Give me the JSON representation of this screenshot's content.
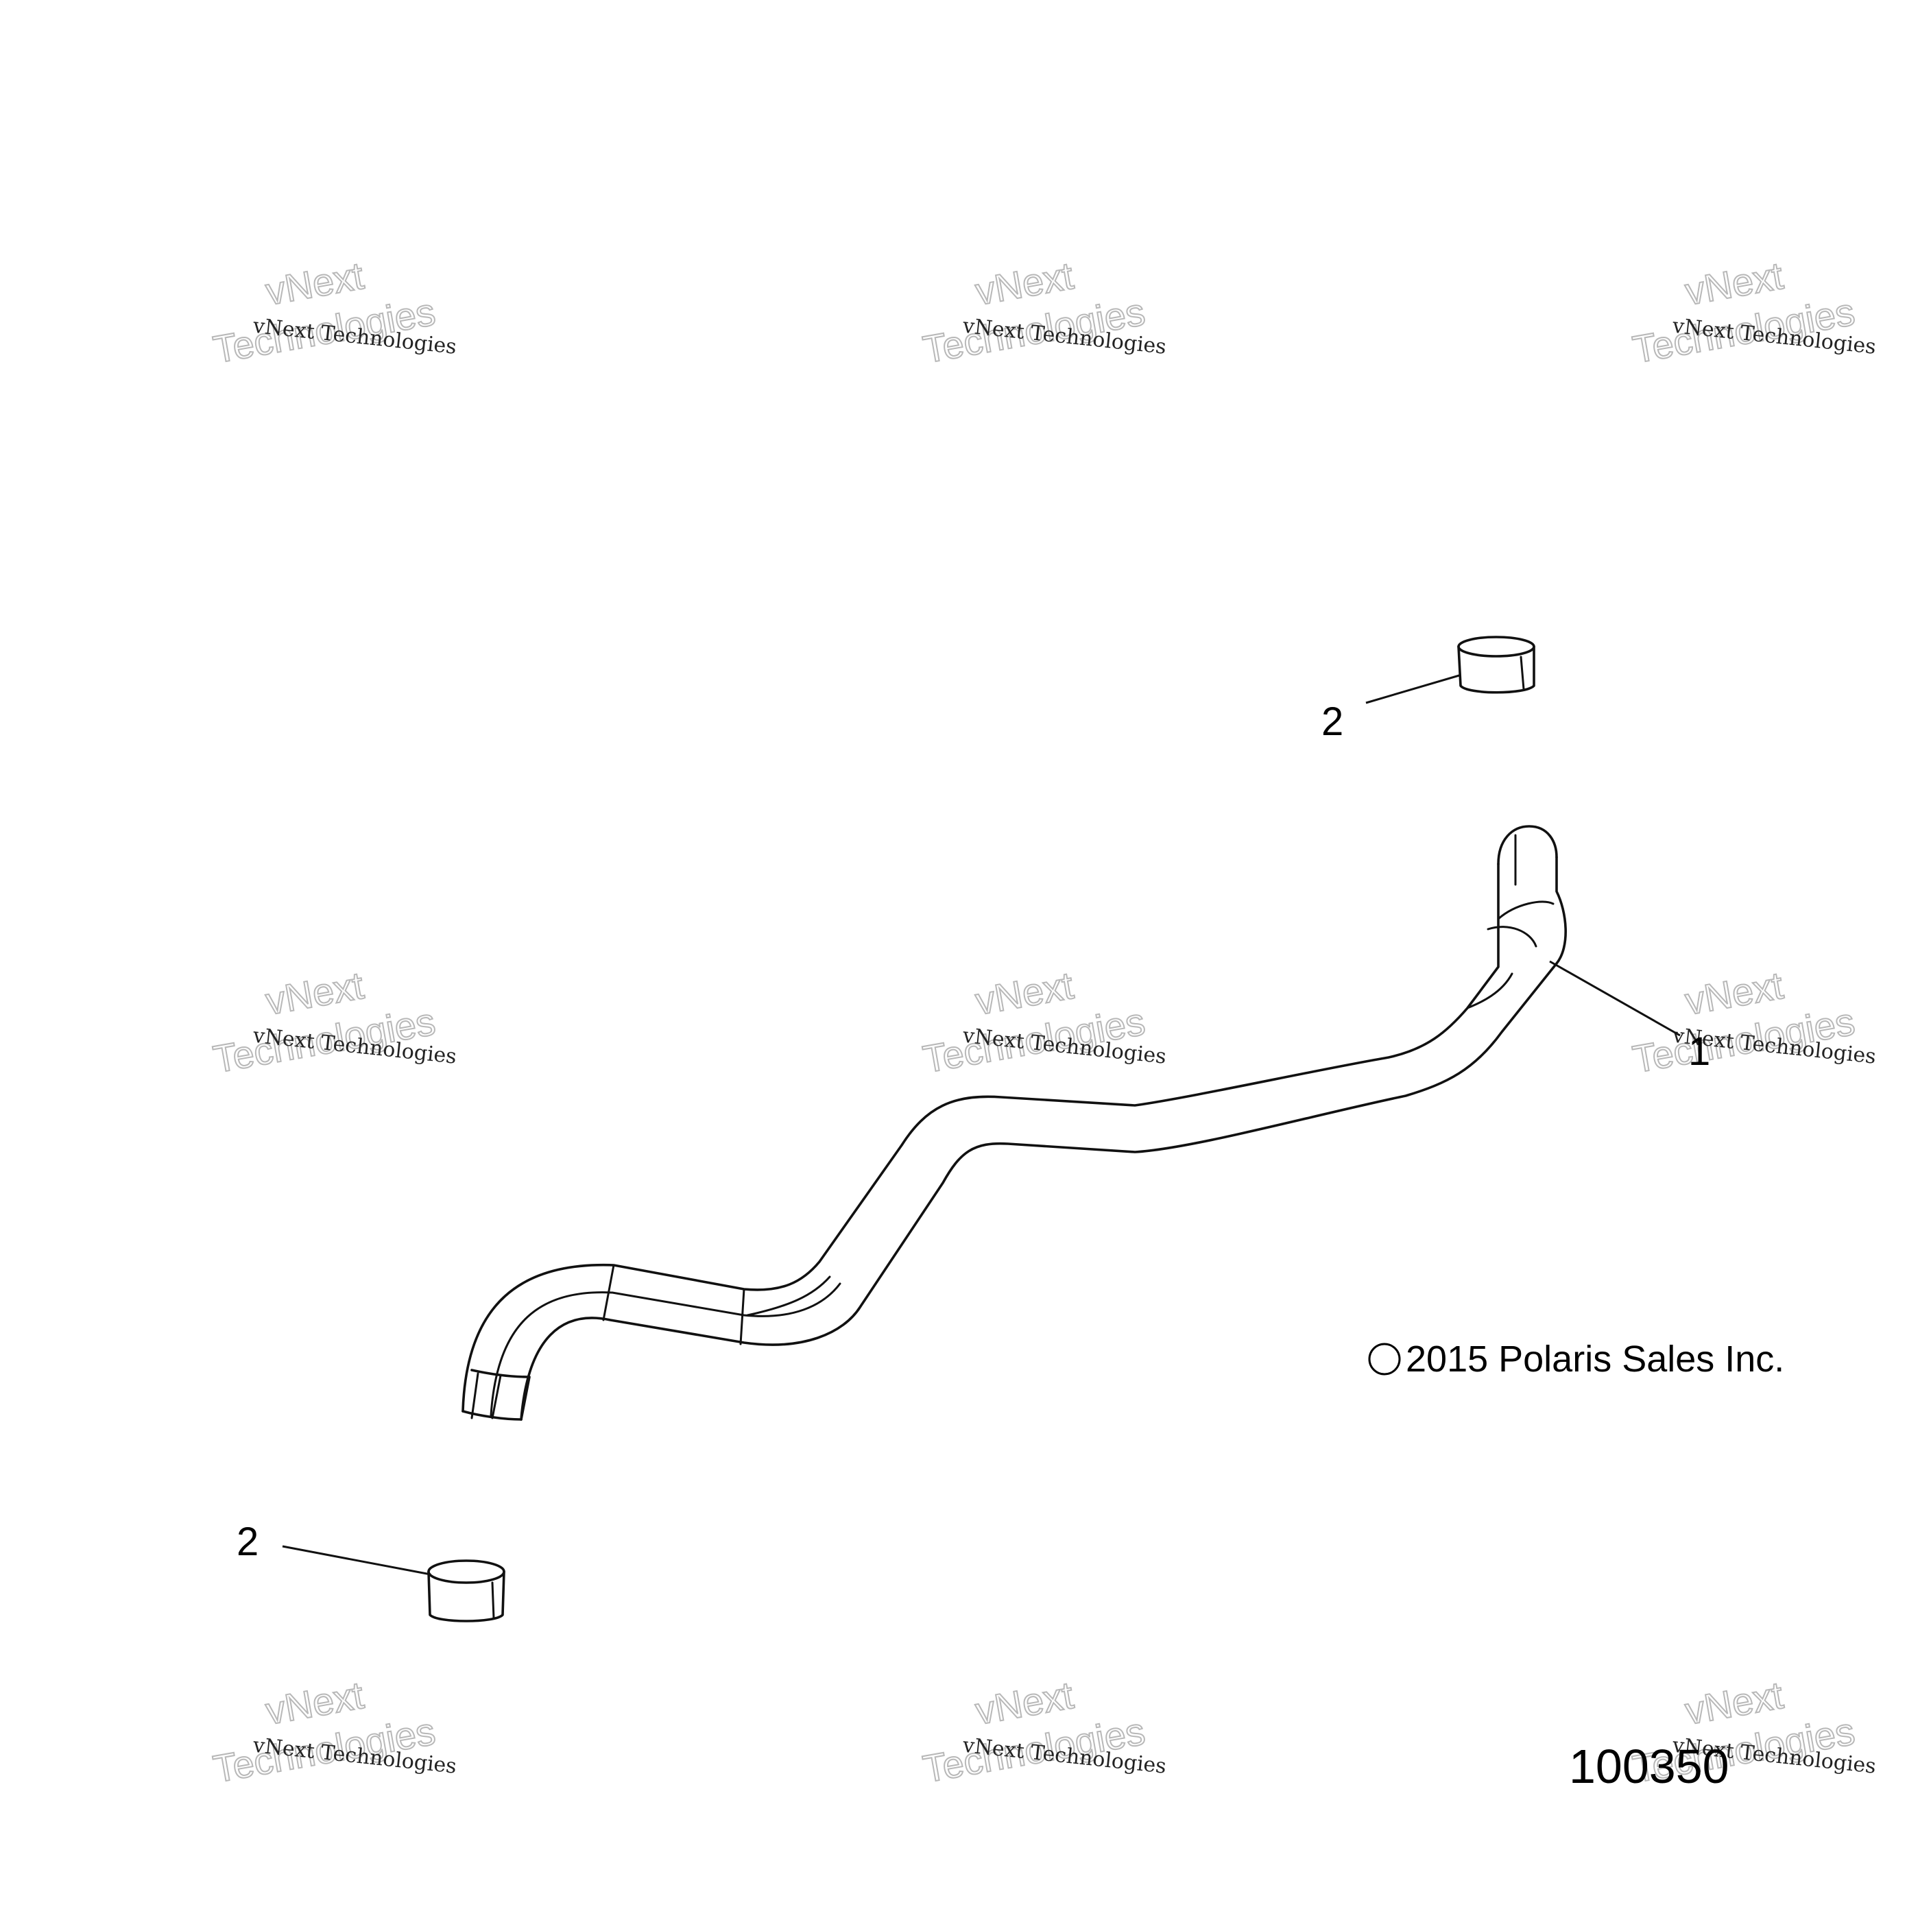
{
  "diagram": {
    "callouts": {
      "hose": "1",
      "clamp_top": "2",
      "clamp_bottom": "2"
    },
    "copyright": "2015 Polaris Sales Inc.",
    "copyright_symbol": "©",
    "figure_number": "100350"
  },
  "watermark": {
    "line_small": "vNext Technologies",
    "line_big_1": "vNext",
    "line_big_2": "Technologies"
  }
}
